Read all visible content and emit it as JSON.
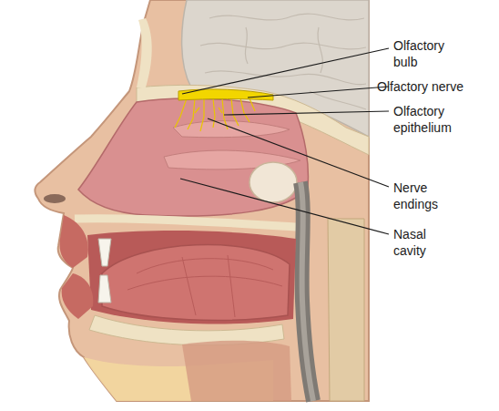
{
  "diagram": {
    "labels": [
      "Olfactory bulb",
      "Olfactory nerve",
      "Olfactory epithelium",
      "Nerve endings",
      "Nasal cavity"
    ]
  }
}
